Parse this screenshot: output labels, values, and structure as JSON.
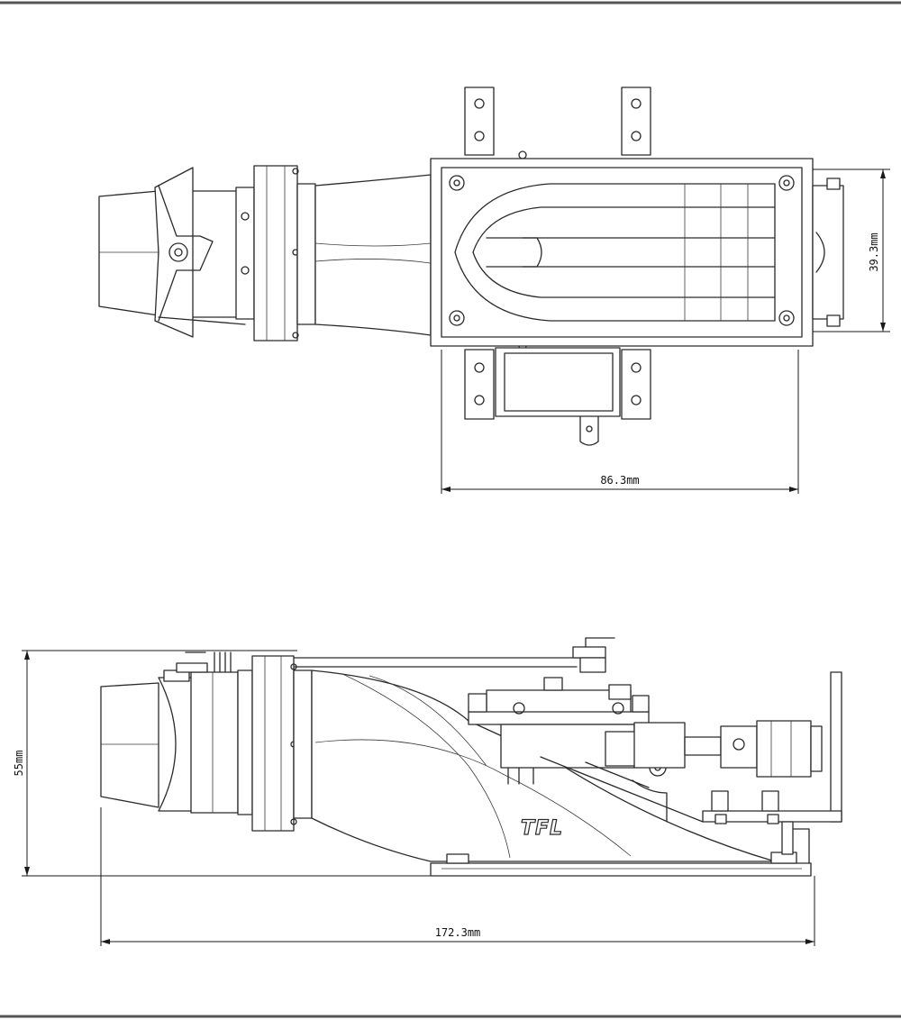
{
  "dimensions": {
    "top_length": "86.3mm",
    "top_width": "39.3mm",
    "side_height": "55mm",
    "side_length": "172.3mm"
  },
  "branding": {
    "logo": "TFL"
  },
  "colors": {
    "line": "#2a2a2a",
    "frame": "#555555",
    "background": "#ffffff"
  }
}
